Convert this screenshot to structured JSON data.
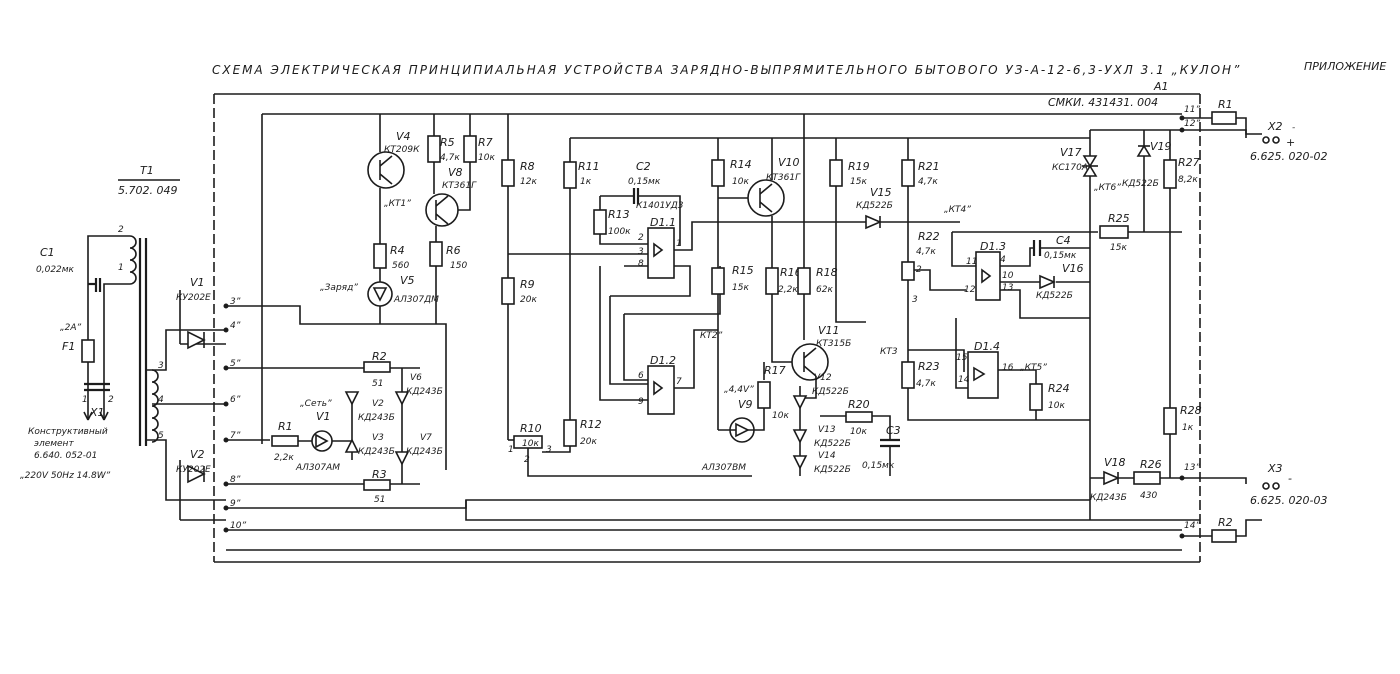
{
  "header": {
    "title": "СХЕМА ЭЛЕКТРИЧЕСКАЯ ПРИНЦИПИАЛЬНАЯ УСТРОЙСТВА ЗАРЯДНО-ВЫПРЯМИТЕЛЬНОГО БЫТОВОГО УЗ-А-12-6,3-УХЛ 3.1 „КУЛОН”",
    "appendix": "ПРИЛОЖЕНИЕ",
    "doc_code": "СМКИ. 431431. 004",
    "board": "A1"
  },
  "transformer": {
    "name": "T1",
    "code": "5.702. 049"
  },
  "c1": {
    "name": "C1",
    "value": "0,022мк"
  },
  "f1": {
    "name": "F1",
    "rating": "„2А”"
  },
  "x1": {
    "name": "X1",
    "desc1": "Конструктивный",
    "desc2": "элемент",
    "code": "6.640. 052-01",
    "mains": "„220V 50Hz 14.8W”"
  },
  "x2": {
    "name": "X2",
    "code": "6.625. 020-02"
  },
  "x3": {
    "name": "X3",
    "code": "6.625. 020-03"
  },
  "labels": {
    "v1b_name": "V1",
    "v1b_type": "КУ202Е",
    "v2b_name": "V2",
    "v2b_type": "КУ202Е",
    "v4_name": "V4",
    "v4_type": "КТ209К",
    "v8_name": "V8",
    "v8_type": "КТ361Г",
    "kt1": "„КТ1”",
    "r4": "R4",
    "r4v": "560",
    "r6": "R6",
    "r6v": "150",
    "r5": "R5",
    "r5v": "4,7к",
    "r7": "R7",
    "r7v": "10к",
    "zaryad": "„Заряд”",
    "v5_name": "V5",
    "v5_type": "АЛ307ДМ",
    "r2": "R2",
    "r2v": "51",
    "r3": "R3",
    "r3v": "51",
    "r1": "R1",
    "r1v": "2,2к",
    "set": "„Сеть”",
    "v1l_name": "V1",
    "v1l_type": "АЛ307АМ",
    "v6": "V6",
    "v6t": "КД243Б",
    "v2d": "V2",
    "v2dt": "КД243Б",
    "v3": "V3",
    "v3t": "КД243Б",
    "v7": "V7",
    "v7t": "КД243Б",
    "r8": "R8",
    "r8v": "12к",
    "r9": "R9",
    "r9v": "20к",
    "r10": "R10",
    "r10v": "10к",
    "r11": "R11",
    "r11v": "1к",
    "r12": "R12",
    "r12v": "20к",
    "r13": "R13",
    "r13v": "100к",
    "c2": "C2",
    "c2v": "0,15мк",
    "d11": "D1.1",
    "d1_type": "К1401УД3",
    "d12": "D1.2",
    "r14": "R14",
    "r14v": "10к",
    "v10": "V10",
    "v10t": "КТ361Г",
    "r15": "R15",
    "r15v": "15к",
    "r16": "R16",
    "r16v": "2,2к",
    "r18": "R18",
    "r18v": "62к",
    "kt2": "КТ2”",
    "r17": "R17",
    "r17v": "10к",
    "v9": "V9",
    "v9t": "АЛ307ВМ",
    "v9_u": "„4,4V”",
    "v11": "V11",
    "v11t": "КТ315Б",
    "v12": "V12",
    "v12t": "КД522Б",
    "v13": "V13",
    "v13t": "КД522Б",
    "v14": "V14",
    "v14t": "КД522Б",
    "r19": "R19",
    "r19v": "15к",
    "v15": "V15",
    "v15t": "КД522Б",
    "kt4": "„КТ4”",
    "r20": "R20",
    "r20v": "10к",
    "c3": "C3",
    "c3v": "0,15мк",
    "r21": "R21",
    "r21v": "4,7к",
    "r22": "R22",
    "r22v": "4,7к",
    "kt3": "КТ3",
    "r23": "R23",
    "r23v": "4,7к",
    "d13": "D1.3",
    "c4": "C4",
    "c4v": "0,15мк",
    "v16": "V16",
    "v16t": "КД522Б",
    "d14": "D1.4",
    "kt5": "„КТ5”",
    "r24": "R24",
    "r24v": "10к",
    "v17": "V17",
    "v17t": "КС170А",
    "kt6": "„КТ6”",
    "v19": "V19",
    "v19t": "КД522Б",
    "r25": "R25",
    "r25v": "15к",
    "r27": "R27",
    "r27v": "8,2к",
    "r28": "R28",
    "r28v": "1к",
    "v18": "V18",
    "v18t": "КД243Б",
    "r26": "R26",
    "r26v": "430",
    "rr1": "R1",
    "rr2": "R2"
  },
  "pins": {
    "p3": "3”",
    "p4": "4”",
    "p5": "5”",
    "p6": "6”",
    "p7": "7”",
    "p8": "8”",
    "p9": "9”",
    "p10": "10”",
    "p11": "11”",
    "p12": "12”",
    "p13": "13”",
    "p14": "14”",
    "plus": "+",
    "minus": "-",
    "t3": "3",
    "t4": "4",
    "t5": "5",
    "t1": "1",
    "t2": "2",
    "dp2": "2",
    "dp3": "3",
    "dp8": "8",
    "dp1": "1",
    "dp6": "6",
    "dp9": "9",
    "dp7": "7",
    "dp11": "11",
    "dp4": "4",
    "dp12": "12",
    "dp10": "10",
    "dp13": "13",
    "dp15": "15",
    "dp14": "14",
    "dp16": "16",
    "rp1": "1",
    "rp2": "2",
    "rp3": "3",
    "r22p2": "2",
    "r22p3": "3",
    "x1p1": "1",
    "x1p2": "2"
  }
}
